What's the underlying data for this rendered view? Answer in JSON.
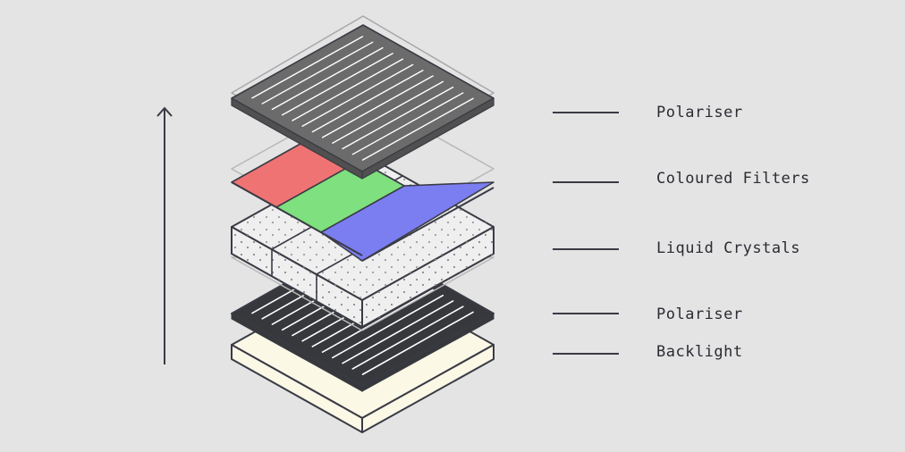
{
  "diagram": {
    "layers": [
      {
        "id": "polariser-top",
        "label": "Polariser"
      },
      {
        "id": "coloured-filters",
        "label": "Coloured Filters"
      },
      {
        "id": "liquid-crystals",
        "label": "Liquid Crystals"
      },
      {
        "id": "polariser-bottom",
        "label": "Polariser"
      },
      {
        "id": "backlight",
        "label": "Backlight"
      }
    ],
    "colors": {
      "background": "#e4e4e4",
      "outline": "#3a3b45",
      "polariser_top": "#6b6b6b",
      "polariser_bottom": "#37383c",
      "filter_red": "#f07373",
      "filter_green": "#7ee07e",
      "filter_blue": "#7b7ef0",
      "crystal_block": "#efefef",
      "backlight": "#fbf8e6"
    }
  }
}
